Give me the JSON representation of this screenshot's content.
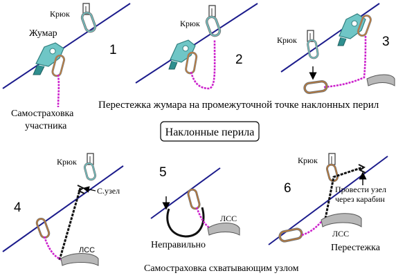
{
  "panels": {
    "p1": {
      "number": "1",
      "hook": "Крюк",
      "ascender": "Жумар",
      "self_belay": "Самостраховка",
      "participant": "участника"
    },
    "p2": {
      "number": "2",
      "hook": "Крюк"
    },
    "p3": {
      "number": "3",
      "hook": "Крюк"
    },
    "p4": {
      "number": "4",
      "hook": "Крюк",
      "knot": "С.узел",
      "lss": "ЛСС"
    },
    "p5": {
      "number": "5",
      "lss": "ЛСС",
      "wrong": "Неправильно"
    },
    "p6": {
      "number": "6",
      "hook": "Крюк",
      "route_knot_1": "Провести узел",
      "route_knot_2": "через карабин",
      "lss": "ЛСС",
      "clip": "Перестежка"
    }
  },
  "captions": {
    "top": "Перестежка жумара на промежуточной точке наклонных перил",
    "center_title": "Наклонные перила",
    "bottom": "Самостраховка схватывающим узлом"
  },
  "colors": {
    "rope": "#1c1c8c",
    "sling": "#cc22cc",
    "ascender": "#6fc6c6",
    "carabiner_grey": "#9a9a9a",
    "carabiner_orange": "#c8782a",
    "black_cord": "#111111"
  }
}
